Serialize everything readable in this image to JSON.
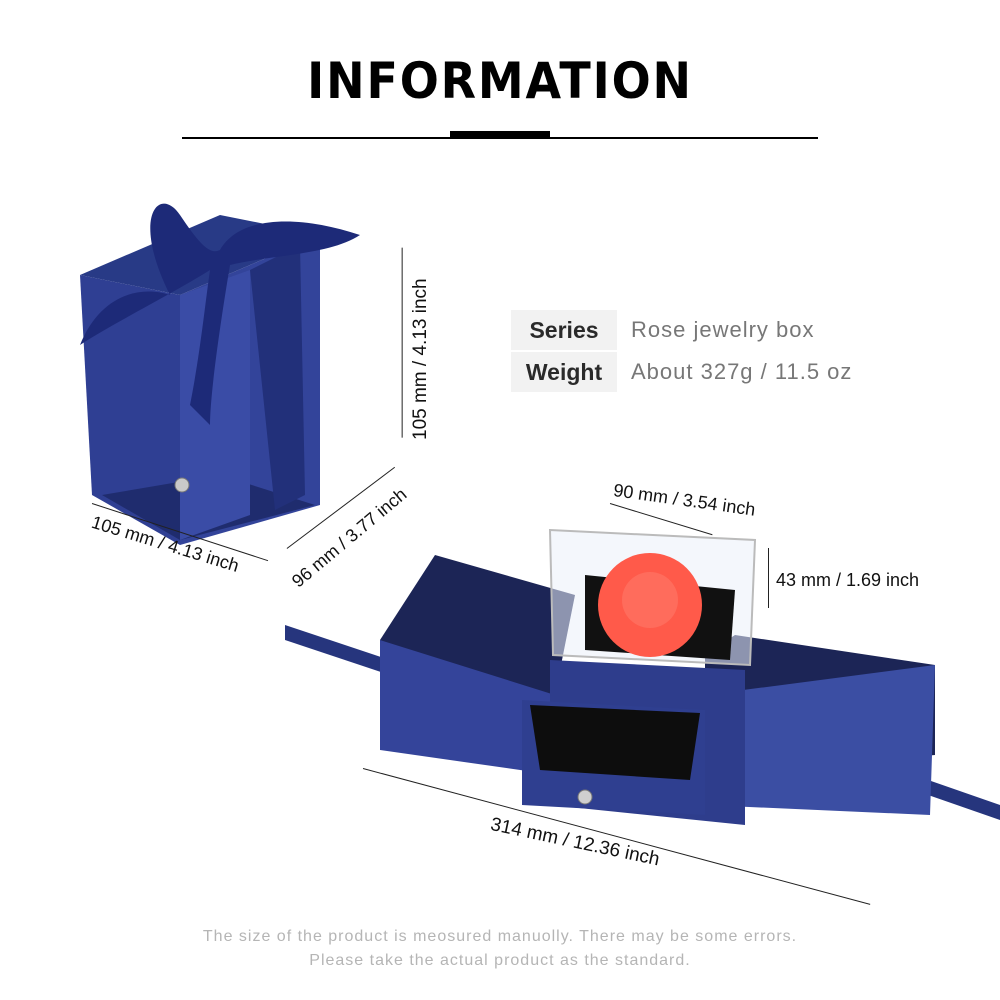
{
  "header": {
    "title": "INFORMATION"
  },
  "specs": [
    {
      "label": "Series",
      "value": "Rose jewelry box"
    },
    {
      "label": "Weight",
      "value": "About 327g / 11.5 oz"
    }
  ],
  "closed_box": {
    "height_label": "105 mm / 4.13 inch",
    "width_label": "105 mm / 4.13 inch",
    "depth_label": "96 mm / 3.77 inch"
  },
  "open_box": {
    "acrylic_width_label": "90 mm / 3.54 inch",
    "acrylic_height_label": "43 mm / 1.69 inch",
    "total_width_label": "314 mm / 12.36 inch"
  },
  "footer": {
    "line1": "The size of the product is meosured manuolly. There may be some errors.",
    "line2": "Please take the actual product as the standard."
  },
  "colors": {
    "box_blue": "#2f3f8f",
    "box_dark": "#1f2a66",
    "rose": "#ff5a4a",
    "label_bg": "#f2f2f2"
  }
}
